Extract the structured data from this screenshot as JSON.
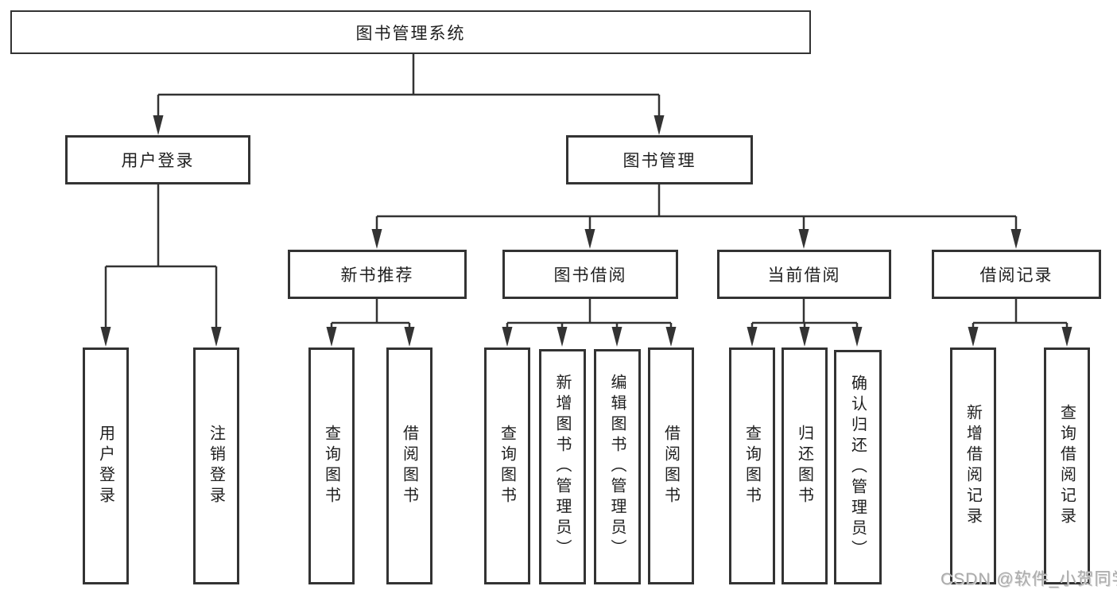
{
  "colors": {
    "line": "#333333",
    "node_border": "#333333",
    "text": "#1f1f1f",
    "background": "#ffffff",
    "watermark": "#ababab"
  },
  "watermark": {
    "text": "CSDN @软件_小贺同学"
  },
  "tree": {
    "label": "图书管理系统",
    "children": [
      {
        "label": "用户登录",
        "children": [
          {
            "label": "用户登录"
          },
          {
            "label": "注销登录"
          }
        ]
      },
      {
        "label": "图书管理",
        "children": [
          {
            "label": "新书推荐",
            "children": [
              {
                "label": "查询图书"
              },
              {
                "label": "借阅图书"
              }
            ]
          },
          {
            "label": "图书借阅",
            "children": [
              {
                "label": "查询图书"
              },
              {
                "label": "新增图书（管理员）"
              },
              {
                "label": "编辑图书（管理员）"
              },
              {
                "label": "借阅图书"
              }
            ]
          },
          {
            "label": "当前借阅",
            "children": [
              {
                "label": "查询图书"
              },
              {
                "label": "归还图书"
              },
              {
                "label": "确认归还（管理员）"
              }
            ]
          },
          {
            "label": "借阅记录",
            "children": [
              {
                "label": "新增借阅记录"
              },
              {
                "label": "查询借阅记录"
              }
            ]
          }
        ]
      }
    ]
  }
}
